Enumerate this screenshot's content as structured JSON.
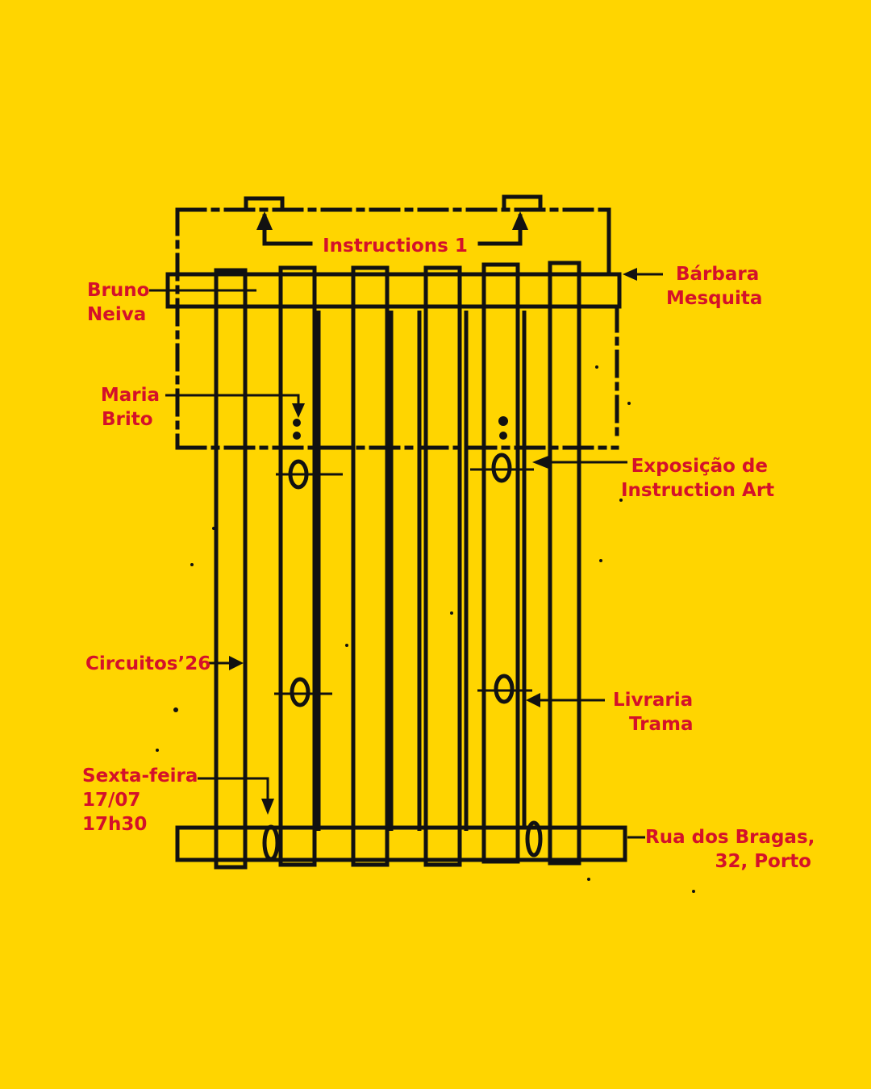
{
  "colors": {
    "background": "#FFD500",
    "ink": "#111111",
    "text": "#D4112A"
  },
  "labels": {
    "title": "Instructions 1",
    "artist_1": [
      "Bruno",
      "Neiva"
    ],
    "artist_2": [
      "Bárbara",
      "Mesquita"
    ],
    "artist_3": [
      "Maria",
      "Brito"
    ],
    "event_type": [
      "Exposição de",
      "Instruction Art"
    ],
    "series": "Circuitos’26",
    "venue": [
      "Livraria",
      "Trama"
    ],
    "date": [
      "Sexta-feira",
      "17/07",
      "17h30"
    ],
    "address": [
      "Rua dos Bragas,",
      "32, Porto"
    ]
  }
}
